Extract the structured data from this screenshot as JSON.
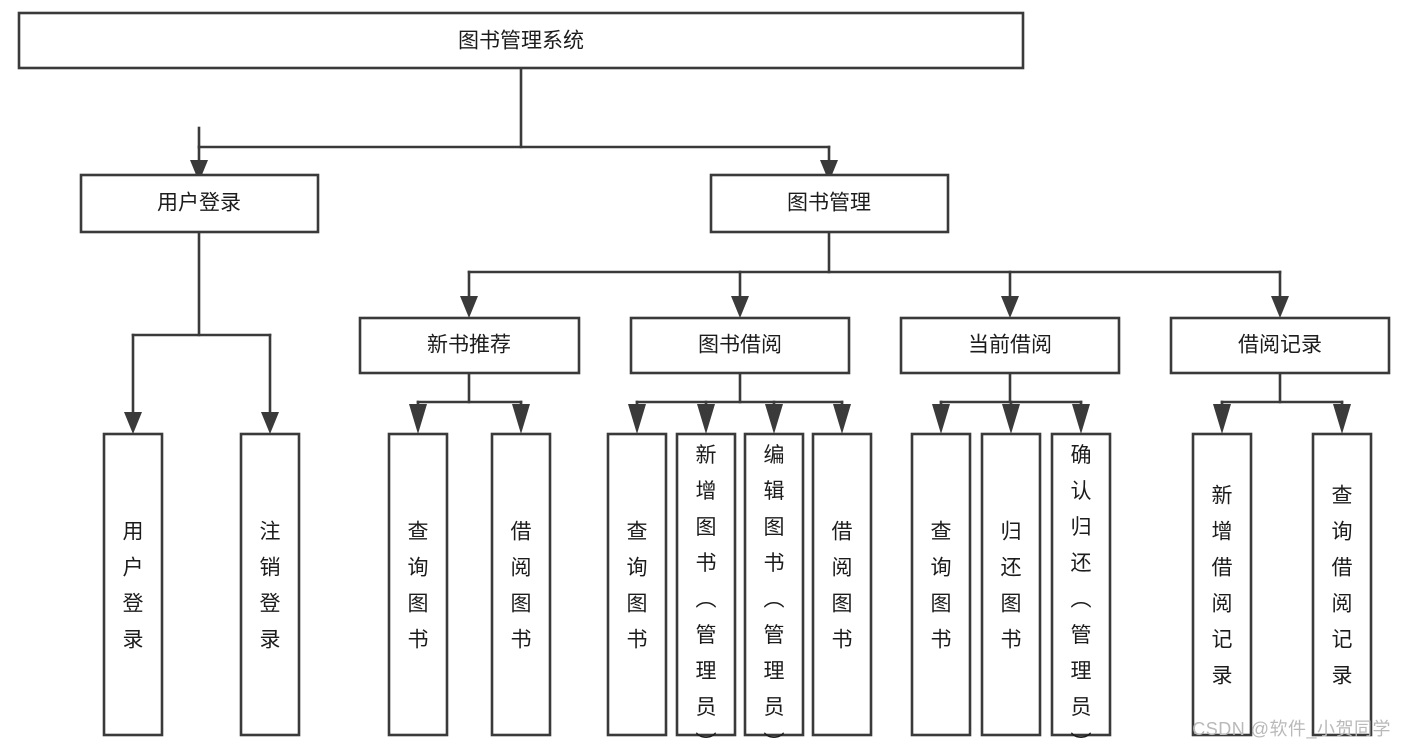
{
  "diagram": {
    "type": "tree",
    "title": "图书管理系统",
    "watermark": "CSDN @软件_小贺同学",
    "colors": {
      "stroke": "#3a3a3a",
      "fill": "#ffffff",
      "text": "#1c1c1c",
      "watermark": "#b9b9b9",
      "background": "#ffffff"
    },
    "levels": {
      "root": "图书管理系统",
      "level2": [
        "用户登录",
        "图书管理"
      ],
      "level3": [
        "新书推荐",
        "图书借阅",
        "当前借阅",
        "借阅记录"
      ]
    },
    "nodes": {
      "root": {
        "label": "图书管理系统",
        "orientation": "horizontal"
      },
      "user_login": {
        "label": "用户登录",
        "orientation": "horizontal"
      },
      "book_manage": {
        "label": "图书管理",
        "orientation": "horizontal"
      },
      "new_book_rec": {
        "label": "新书推荐",
        "orientation": "horizontal"
      },
      "book_borrow": {
        "label": "图书借阅",
        "orientation": "horizontal"
      },
      "current_borrow": {
        "label": "当前借阅",
        "orientation": "horizontal"
      },
      "borrow_record": {
        "label": "借阅记录",
        "orientation": "horizontal"
      },
      "leaf_user_login": {
        "label": "用户登录",
        "orientation": "vertical"
      },
      "leaf_logout": {
        "label": "注销登录",
        "orientation": "vertical"
      },
      "leaf_query_book_1": {
        "label": "查询图书",
        "orientation": "vertical"
      },
      "leaf_borrow_book_1": {
        "label": "借阅图书",
        "orientation": "vertical"
      },
      "leaf_query_book_2": {
        "label": "查询图书",
        "orientation": "vertical"
      },
      "leaf_add_book": {
        "label": "新增图书（管理员）",
        "orientation": "vertical"
      },
      "leaf_edit_book": {
        "label": "编辑图书（管理员）",
        "orientation": "vertical"
      },
      "leaf_borrow_book_2": {
        "label": "借阅图书",
        "orientation": "vertical"
      },
      "leaf_query_book_3": {
        "label": "查询图书",
        "orientation": "vertical"
      },
      "leaf_return_book": {
        "label": "归还图书",
        "orientation": "vertical"
      },
      "leaf_confirm_return": {
        "label": "确认归还（管理员）",
        "orientation": "vertical"
      },
      "leaf_add_record": {
        "label": "新增借阅记录",
        "orientation": "vertical"
      },
      "leaf_query_record": {
        "label": "查询借阅记录",
        "orientation": "vertical"
      }
    },
    "edges": [
      {
        "from": "root",
        "to": "user_login"
      },
      {
        "from": "root",
        "to": "book_manage"
      },
      {
        "from": "user_login",
        "to": "leaf_user_login"
      },
      {
        "from": "user_login",
        "to": "leaf_logout"
      },
      {
        "from": "book_manage",
        "to": "new_book_rec"
      },
      {
        "from": "book_manage",
        "to": "book_borrow"
      },
      {
        "from": "book_manage",
        "to": "current_borrow"
      },
      {
        "from": "book_manage",
        "to": "borrow_record"
      },
      {
        "from": "new_book_rec",
        "to": "leaf_query_book_1"
      },
      {
        "from": "new_book_rec",
        "to": "leaf_borrow_book_1"
      },
      {
        "from": "book_borrow",
        "to": "leaf_query_book_2"
      },
      {
        "from": "book_borrow",
        "to": "leaf_add_book"
      },
      {
        "from": "book_borrow",
        "to": "leaf_edit_book"
      },
      {
        "from": "book_borrow",
        "to": "leaf_borrow_book_2"
      },
      {
        "from": "current_borrow",
        "to": "leaf_query_book_3"
      },
      {
        "from": "current_borrow",
        "to": "leaf_return_book"
      },
      {
        "from": "current_borrow",
        "to": "leaf_confirm_return"
      },
      {
        "from": "borrow_record",
        "to": "leaf_add_record"
      },
      {
        "from": "borrow_record",
        "to": "leaf_query_record"
      }
    ]
  }
}
